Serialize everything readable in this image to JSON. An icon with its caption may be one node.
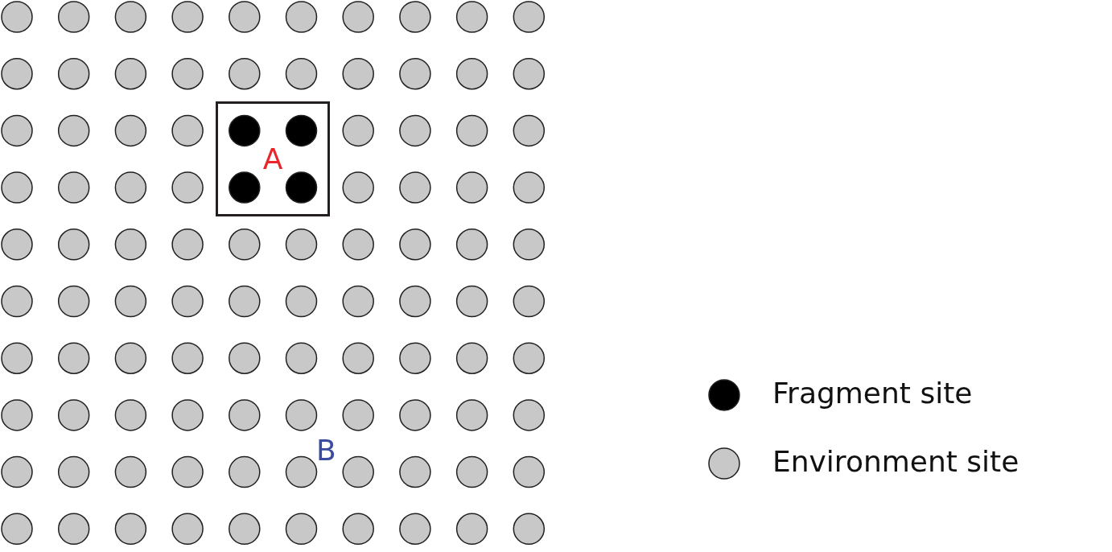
{
  "diagram": {
    "nodes": [
      {
        "text": [
          "A"
        ]
      }
    ],
    "labels": [
      "B"
    ],
    "legend": [
      {
        "text": "Fragment site",
        "color": "#000000"
      },
      {
        "text": "Environment site",
        "color": "#c8c8c8"
      }
    ]
  }
}
